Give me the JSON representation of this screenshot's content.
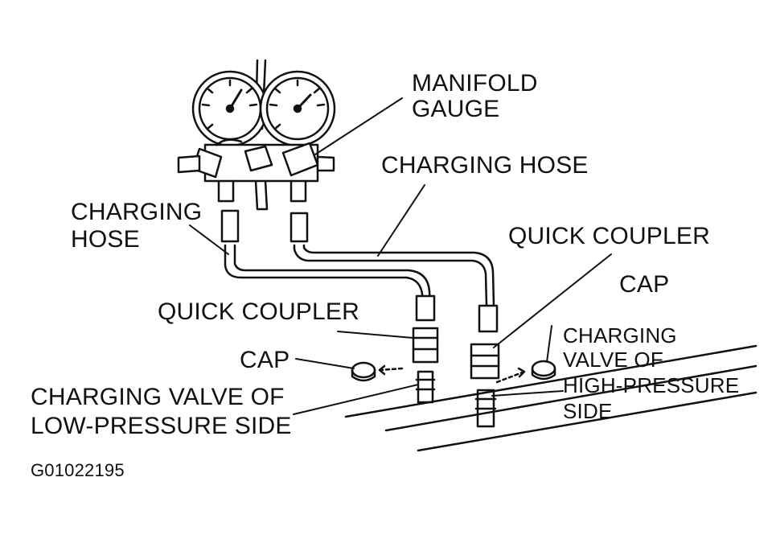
{
  "labels": {
    "manifold_gauge_line1": "MANIFOLD",
    "manifold_gauge_line2": "GAUGE",
    "charging_hose_right": "CHARGING HOSE",
    "charging_hose_left_line1": "CHARGING",
    "charging_hose_left_line2": "HOSE",
    "quick_coupler_right": "QUICK COUPLER",
    "cap_right": "CAP",
    "hp_valve_line1": "CHARGING",
    "hp_valve_line2": "VALVE OF",
    "hp_valve_line3": "HIGH-PRESSURE",
    "hp_valve_line4": "SIDE",
    "quick_coupler_left": "QUICK COUPLER",
    "cap_left": "CAP",
    "lp_valve_line1": "CHARGING VALVE OF",
    "lp_valve_line2": "LOW-PRESSURE SIDE",
    "figure_id": "G01022195"
  }
}
